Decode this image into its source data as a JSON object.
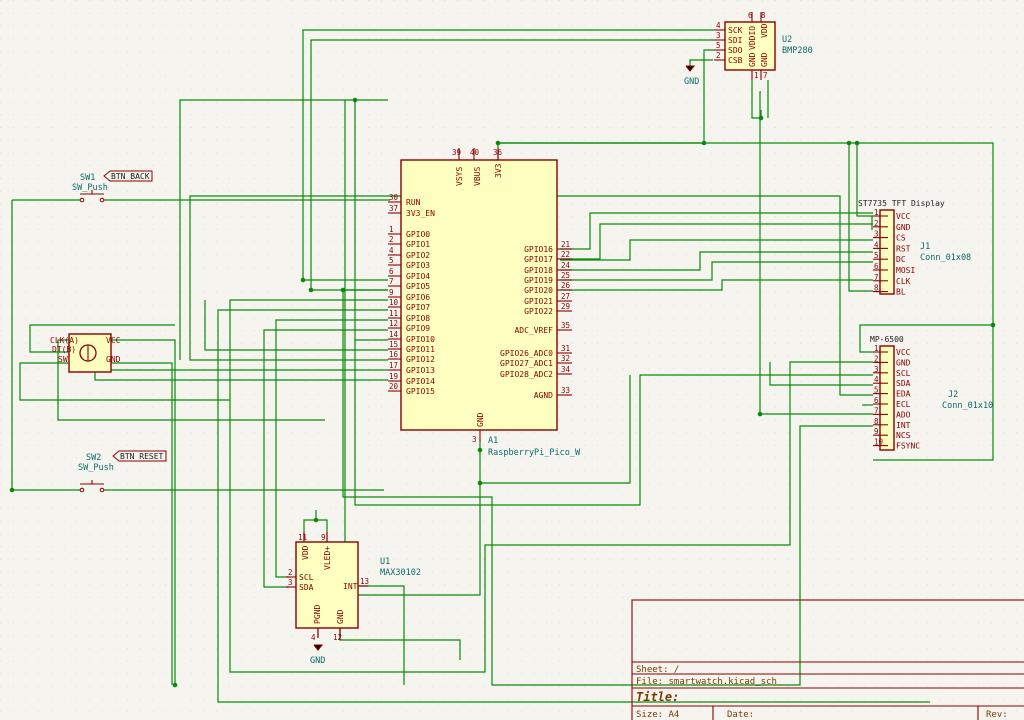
{
  "components": {
    "u2": {
      "ref": "U2",
      "value": "BMP280",
      "pins": [
        "SCK",
        "SDI",
        "SDO",
        "CSB",
        "VDDIO",
        "VDD",
        "GND",
        "GND"
      ],
      "pin_numbers": [
        "4",
        "3",
        "5",
        "2",
        "6",
        "8",
        "1",
        "7"
      ]
    },
    "a1": {
      "ref": "A1",
      "value": "RaspberryPi_Pico_W",
      "top_pins": [
        "VSYS",
        "VBUS",
        "3V3"
      ],
      "top_pin_numbers": [
        "39",
        "40",
        "36"
      ],
      "left_pins": [
        "RUN",
        "3V3_EN",
        "GPIO0",
        "GPIO1",
        "GPIO2",
        "GPIO3",
        "GPIO4",
        "GPIO5",
        "GPIO6",
        "GPIO7",
        "GPIO8",
        "GPIO9",
        "GPIO10",
        "GPIO11",
        "GPIO12",
        "GPIO13",
        "GPIO14",
        "GPIO15"
      ],
      "left_pin_numbers": [
        "30",
        "37",
        "1",
        "2",
        "4",
        "5",
        "6",
        "7",
        "9",
        "10",
        "11",
        "12",
        "14",
        "15",
        "16",
        "17",
        "19",
        "20"
      ],
      "right_pins": [
        "GPIO16",
        "GPIO17",
        "GPIO18",
        "GPIO19",
        "GPIO20",
        "GPIO21",
        "GPIO22",
        "ADC_VREF",
        "GPIO26_ADC0",
        "GPIO27_ADC1",
        "GPIO28_ADC2",
        "AGND"
      ],
      "right_pin_numbers": [
        "21",
        "22",
        "24",
        "25",
        "26",
        "27",
        "29",
        "35",
        "31",
        "32",
        "34",
        "33"
      ],
      "gnd_pin": "GND",
      "gnd_pin_number": "3"
    },
    "j1": {
      "ref": "J1",
      "value": "Conn_01x08",
      "label": "ST7735 TFT Display",
      "pins": [
        "VCC",
        "GND",
        "CS",
        "RST",
        "DC",
        "MOSI",
        "CLK",
        "BL"
      ]
    },
    "j2": {
      "ref": "J2",
      "value": "Conn_01x10",
      "label": "MP-6500",
      "pins": [
        "VCC",
        "GND",
        "SCL",
        "SDA",
        "EDA",
        "ECL",
        "ADO",
        "INT",
        "NCS",
        "FSYNC"
      ]
    },
    "u1": {
      "ref": "U1",
      "value": "MAX30102",
      "pins": [
        "VDD",
        "VLED+",
        "SCL",
        "SDA",
        "INT",
        "PGND",
        "GND"
      ],
      "pin_numbers": [
        "11",
        "9",
        "2",
        "3",
        "13",
        "4",
        "12"
      ]
    },
    "sw1": {
      "ref": "SW1",
      "value": "SW_Push",
      "net_label": "BTN_BACK"
    },
    "sw2": {
      "ref": "SW2",
      "value": "SW_Push",
      "net_label": "BTN_RESET"
    },
    "enc": {
      "pins": [
        "CLK(A)",
        "DT(B)",
        "SW",
        "VCC",
        "GND"
      ]
    }
  },
  "power": {
    "gnd1": "GND",
    "gnd2": "GND"
  },
  "title_block": {
    "sheet": "Sheet: /",
    "file": "File: smartwatch.kicad_sch",
    "title": "Title:",
    "size": "Size: A4",
    "date": "Date:",
    "rev": "Rev:"
  }
}
